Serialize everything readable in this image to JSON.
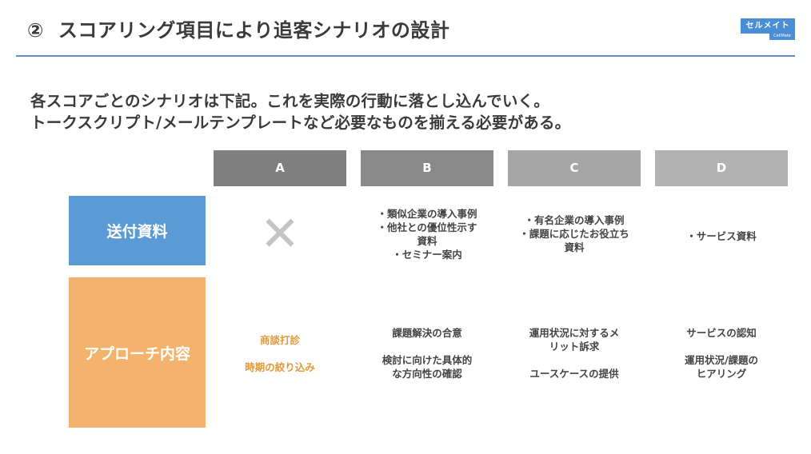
{
  "header": {
    "number": "②",
    "title": "スコアリング項目により追客シナリオの設計",
    "logo_text": "セルメイト",
    "logo_sub": "CellMate"
  },
  "lead": {
    "line1": "各スコアごとのシナリオは下記。これを実際の行動に落とし込んでいく。",
    "line2": "トークスクリプト/メールテンプレートなど必要なものを揃える必要がある。"
  },
  "table": {
    "columns": [
      "A",
      "B",
      "C",
      "D"
    ],
    "rows": [
      {
        "label": "送付資料",
        "cells": [
          {
            "cross": "✕",
            "lines": []
          },
          {
            "lines": [
              "・類似企業の導入事例",
              "・他社との優位性示す",
              "資料",
              "・セミナー案内"
            ]
          },
          {
            "lines": [
              "・有名企業の導入事例",
              "・課題に応じたお役立ち",
              "資料"
            ]
          },
          {
            "lines": [
              "・サービス資料"
            ]
          }
        ]
      },
      {
        "label": "アプローチ内容",
        "cells": [
          {
            "lines": [
              "商談打診",
              "",
              "時期の絞り込み"
            ]
          },
          {
            "lines": [
              "課題解決の合意",
              "",
              "検討に向けた具体的",
              "な方向性の確認"
            ]
          },
          {
            "lines": [
              "運用状況に対するメ",
              "リット訴求",
              "",
              "ユースケースの提供"
            ]
          },
          {
            "lines": [
              "サービスの認知",
              "",
              "運用状況/課題の",
              "ヒアリング"
            ]
          }
        ]
      }
    ]
  },
  "colors": {
    "rule": "#5b8fd0",
    "col_a": "#7f7f7f",
    "col_b": "#898989",
    "col_c": "#a6a6a6",
    "col_d": "#b2b2b2",
    "row_send": "#5b9bd5",
    "row_approach": "#f4b36c",
    "orange_text": "#e39a36"
  }
}
